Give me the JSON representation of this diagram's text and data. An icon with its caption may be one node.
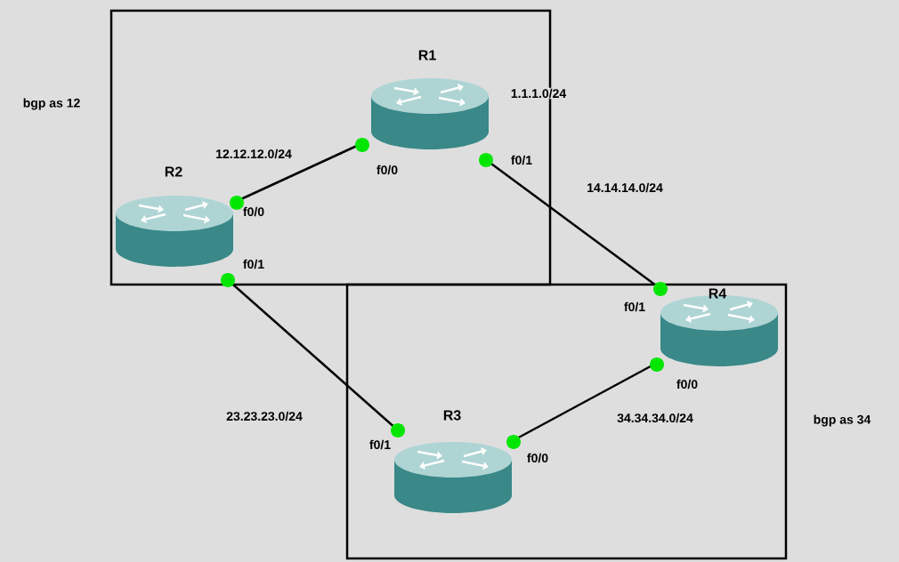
{
  "diagram": {
    "nodes": [
      {
        "text": [
          "bgp as 12"
        ]
      },
      {
        "text": [
          "R1"
        ],
        "beside": [
          "1.1.1.0/24"
        ],
        "in": 0
      },
      {
        "text": [
          "R2"
        ],
        "in": 0
      },
      {
        "text": [
          "bgp as 34"
        ]
      },
      {
        "text": [
          "R4"
        ],
        "in": 3
      },
      {
        "text": [
          "R3"
        ],
        "in": 3
      }
    ],
    "edges": [
      {
        "from": 2,
        "to": 1,
        "arrow": "none",
        "label": "12.12.12.0/24"
      },
      {
        "from": 1,
        "to": 4,
        "arrow": "none",
        "label": "14.14.14.0/24"
      },
      {
        "from": 2,
        "to": 5,
        "arrow": "none",
        "label": "23.23.23.0/24"
      },
      {
        "from": 5,
        "to": 4,
        "arrow": "none",
        "label": "34.34.34.0/24"
      }
    ],
    "labels": [
      "f0/1",
      "f0/0",
      "f0/0",
      "f0/1",
      "f0/1",
      "f0/0",
      "f0/1",
      "f0/0"
    ]
  }
}
